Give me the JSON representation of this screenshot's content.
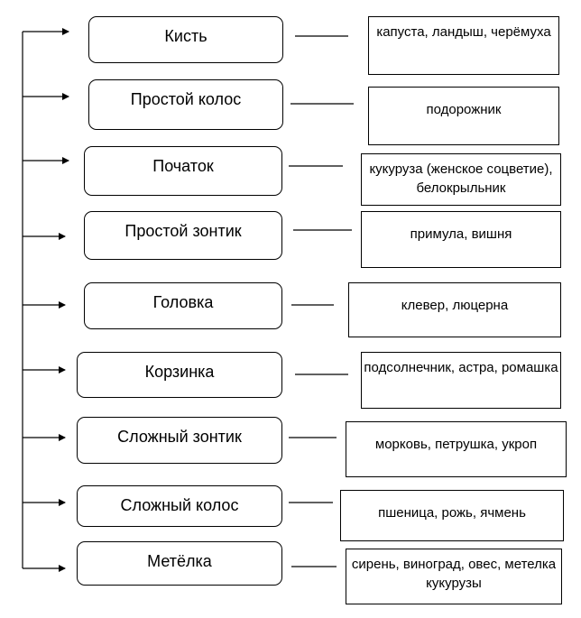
{
  "diagram": {
    "rows": [
      {
        "type": "Кисть",
        "examples": "капуста, ландыш, черёмуха"
      },
      {
        "type": "Простой колос",
        "examples": "подорожник"
      },
      {
        "type": "Початок",
        "examples": "кукуруза (женское соцветие), белокрыльник"
      },
      {
        "type": "Простой зонтик",
        "examples": "примула, вишня"
      },
      {
        "type": "Головка",
        "examples": "клевер, люцерна"
      },
      {
        "type": "Корзинка",
        "examples": "подсолнечник, астра, ромашка"
      },
      {
        "type": "Сложный зонтик",
        "examples": "морковь, петрушка, укроп"
      },
      {
        "type": "Сложный колос",
        "examples": "пшеница, рожь, ячмень"
      },
      {
        "type": "Метёлка",
        "examples": "сирень, виноград, овес, метелка кукурузы"
      }
    ]
  }
}
